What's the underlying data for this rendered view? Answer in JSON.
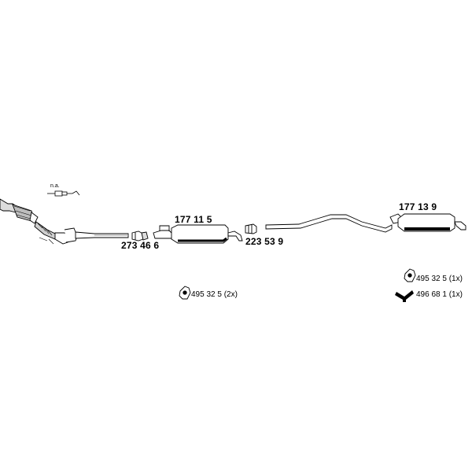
{
  "parts": {
    "front_pipe_note": "n.a.",
    "pipe_connector": "273 46 6",
    "middle_silencer": "177 11 5",
    "clamp": "223 53 9",
    "rear_silencer": "177 13 9"
  },
  "accessories": {
    "rubber_mount_a": {
      "number": "495 32 5",
      "qty": "(2x)"
    },
    "rubber_mount_b": {
      "number": "495 32 5",
      "qty": "(1x)"
    },
    "hanger": {
      "number": "496 68 1",
      "qty": "(1x)"
    }
  },
  "colors": {
    "line": "#000000",
    "pipe_fill": "#ffffff",
    "shade": "#9a9a9a"
  }
}
